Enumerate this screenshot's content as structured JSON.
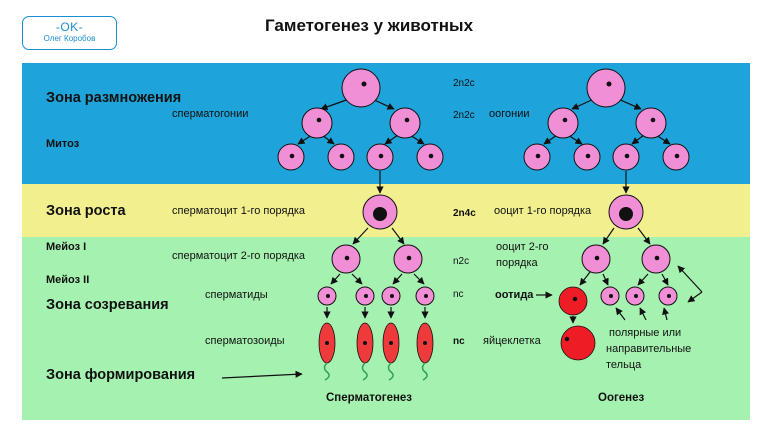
{
  "header": {
    "logo_mark": "-OK-",
    "logo_author": "Олег Коробов",
    "title": "Гаметогенез у животных"
  },
  "colors": {
    "reproduction_band": "#1ea3da",
    "growth_band": "#f2ef8f",
    "maturation_band": "#a5f2b0",
    "cell_fill": "#f08ed6",
    "egg_fill": "#ee1c24",
    "sperm_fill": "#ee3a3a"
  },
  "zones": {
    "reproduction": "Зона размножения",
    "mitosis": "Митоз",
    "growth": "Зона роста",
    "meiosis1": "Мейоз I",
    "meiosis2": "Мейоз II",
    "maturation": "Зона созревания",
    "formation": "Зона формирования"
  },
  "spermatogenesis": {
    "spermatogonia": "сперматогонии",
    "spermatocyte1": "сперматоцит 1-го порядка",
    "spermatocyte2": "сперматоцит 2-го порядка",
    "spermatids": "сперматиды",
    "spermatozoa": "сперматозоиды",
    "caption": "Сперматогенез"
  },
  "oogenesis": {
    "oogonia": "оогонии",
    "oocyte1": "ооцит 1-го порядка",
    "oocyte2_line1": "ооцит 2-го",
    "oocyte2_line2": "порядка",
    "ootid": "оотида",
    "egg": "яйцеклетка",
    "polar_line1": "полярные или",
    "polar_line2": "направительные",
    "polar_line3": "тельца",
    "caption": "Оогенез"
  },
  "ploidy": {
    "p1": "2n2c",
    "p2": "2n2c",
    "p3": "2n4c",
    "p4": "n2c",
    "p5": "nc",
    "p6": "nc"
  }
}
